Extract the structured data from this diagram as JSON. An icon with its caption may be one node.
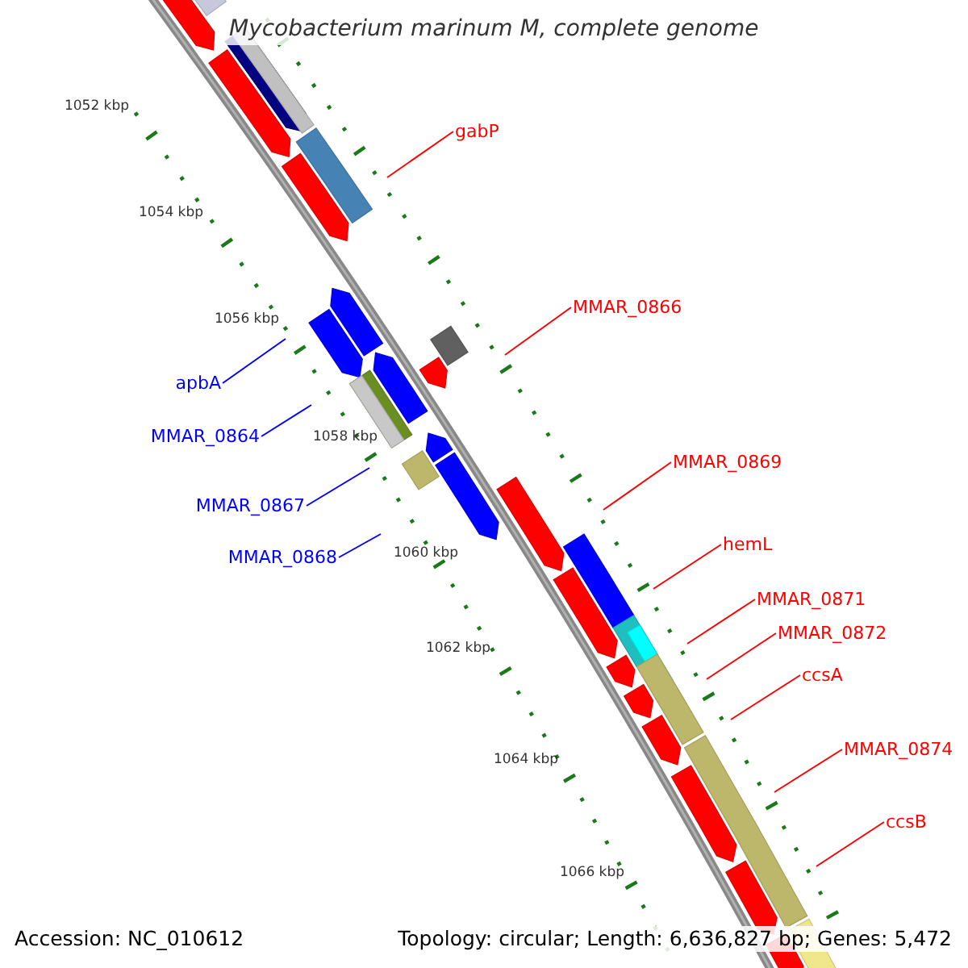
{
  "diagram": {
    "title": "Mycobacterium marinum M, complete genome",
    "nodes": [
      {
        "text": [
          "gabP"
        ]
      },
      {
        "text": [
          "MMAR_0866"
        ]
      },
      {
        "text": [
          "apbA"
        ]
      },
      {
        "text": [
          "MMAR_0864"
        ]
      },
      {
        "text": [
          "MMAR_0869"
        ]
      },
      {
        "text": [
          "MMAR_0867"
        ]
      },
      {
        "text": [
          "MMAR_0868"
        ]
      },
      {
        "text": [
          "hemL"
        ]
      },
      {
        "text": [
          "MMAR_0871"
        ]
      },
      {
        "text": [
          "MMAR_0872"
        ]
      },
      {
        "text": [
          "ccsA"
        ]
      },
      {
        "text": [
          "MMAR_0874"
        ]
      },
      {
        "text": [
          "ccsB"
        ]
      }
    ],
    "edges": [
      {
        "from": 0,
        "to": null,
        "arrow": "none"
      },
      {
        "from": 1,
        "to": null,
        "arrow": "none"
      },
      {
        "from": 2,
        "to": null,
        "arrow": "none",
        "color": "#0000ff"
      },
      {
        "from": 3,
        "to": null,
        "arrow": "none",
        "color": "#0000ff"
      },
      {
        "from": 4,
        "to": null,
        "arrow": "none"
      },
      {
        "from": 5,
        "to": null,
        "arrow": "none",
        "color": "#0000ff"
      },
      {
        "from": 6,
        "to": null,
        "arrow": "none",
        "color": "#0000ff"
      },
      {
        "from": 7,
        "to": null,
        "arrow": "none"
      },
      {
        "from": 8,
        "to": null,
        "arrow": "none"
      },
      {
        "from": 9,
        "to": null,
        "arrow": "none"
      },
      {
        "from": 10,
        "to": null,
        "arrow": "none"
      },
      {
        "from": 11,
        "to": null,
        "arrow": "none"
      },
      {
        "from": 12,
        "to": null,
        "arrow": "none"
      }
    ],
    "labels": [
      "1052 kbp",
      "1054 kbp",
      "1056 kbp",
      "1058 kbp",
      "1060 kbp",
      "1062 kbp",
      "1064 kbp",
      "1066 kbp",
      "Accession: NC_010612",
      "Topology: circular; Length: 6,636,827 bp; Genes: 5,472"
    ]
  }
}
